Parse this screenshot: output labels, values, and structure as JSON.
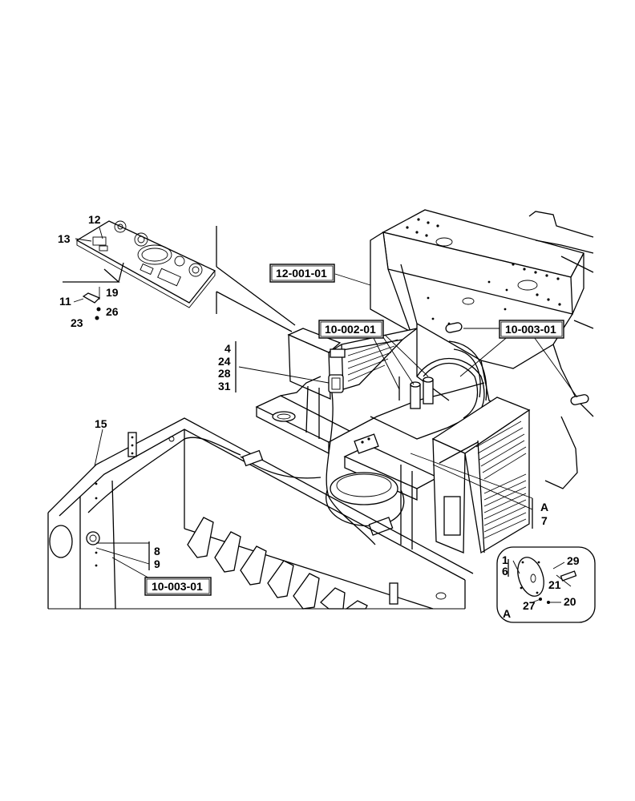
{
  "callouts": {
    "c12": "12",
    "c13": "13",
    "c11": "11",
    "c19": "19",
    "c26": "26",
    "c23": "23",
    "c4": "4",
    "c24": "24",
    "c28": "28",
    "c31": "31",
    "c15": "15",
    "c8": "8",
    "c9": "9",
    "cA7a": "A",
    "cA7b": "7",
    "c1": "1",
    "c6": "6",
    "c29": "29",
    "c21": "21",
    "c27": "27",
    "c20": "20",
    "detail_letter": "A"
  },
  "references": {
    "ref_12_001_01": "12-001-01",
    "ref_10_002_01": "10-002-01",
    "ref_10_003_01_upper": "10-003-01",
    "ref_10_003_01_lower": "10-003-01"
  }
}
